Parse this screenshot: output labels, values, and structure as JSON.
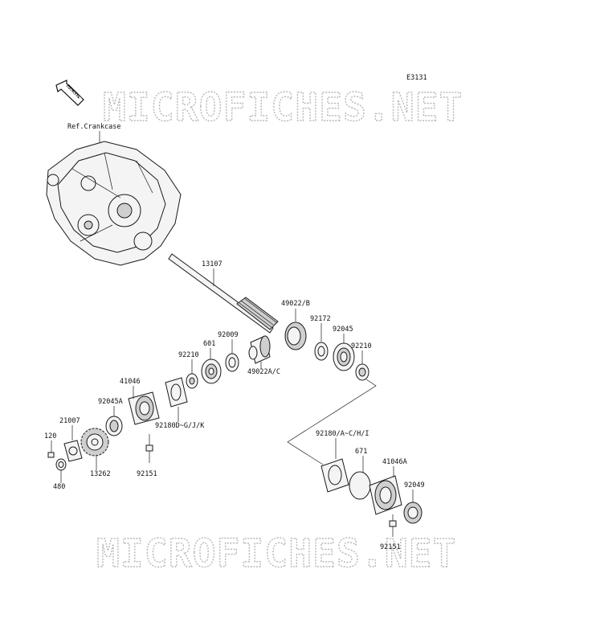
{
  "diagram_code": "E3131",
  "front_label": "FRONT",
  "watermark": "MICROFICHES.NET",
  "ref_crankcase": "Ref.Crankcase",
  "parts": {
    "p13107": "13107",
    "p49022b": "49022/B",
    "p92172": "92172",
    "p92045": "92045",
    "p92210a": "92210",
    "p92009": "92009",
    "p601": "601",
    "p92210b": "92210",
    "p49022ac": "49022A/C",
    "p41046": "41046",
    "p92045a": "92045A",
    "p21007": "21007",
    "p120": "120",
    "p92180dgjk": "92180D~G/J/K",
    "p13262": "13262",
    "p92151a": "92151",
    "p480": "480",
    "p92180achi": "92180/A~C/H/I",
    "p671": "671",
    "p41046a": "41046A",
    "p92049": "92049",
    "p92151b": "92151"
  }
}
